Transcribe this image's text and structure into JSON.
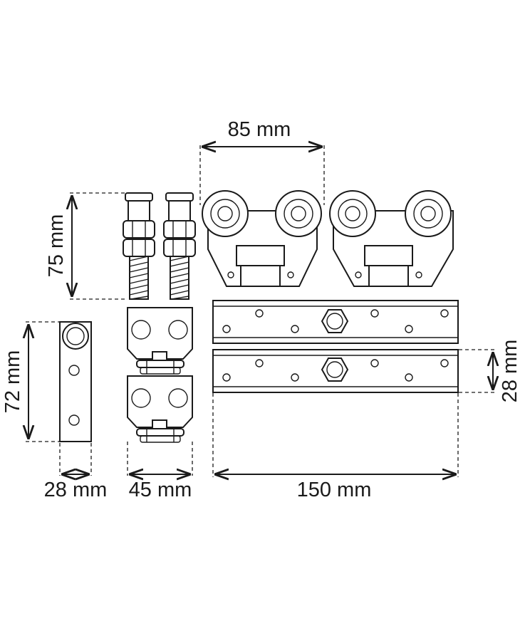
{
  "dimensions": {
    "width_85": "85 mm",
    "height_75": "75 mm",
    "height_72": "72 mm",
    "height_28": "28 mm",
    "width_28": "28 mm",
    "width_45": "45 mm",
    "width_150": "150 mm"
  },
  "colors": {
    "line": "#1a1a1a",
    "background": "#ffffff"
  }
}
